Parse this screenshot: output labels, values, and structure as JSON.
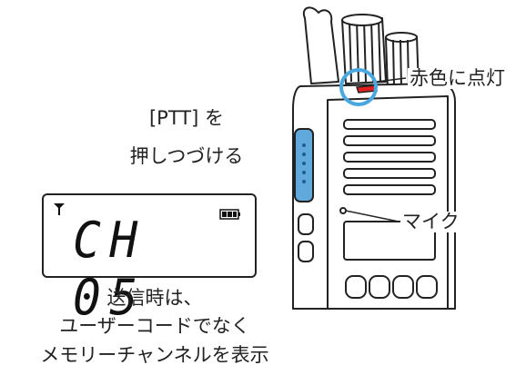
{
  "instruction": {
    "line1": "[PTT] を",
    "line2": "押しつづける"
  },
  "lcd": {
    "channel_text": "CH 05",
    "antenna_icon": "antenna-icon",
    "battery_icon": "battery-full-icon"
  },
  "note": {
    "line1": "送信時は、",
    "line2": "ユーザーコードでなく",
    "line3": "メモリーチャンネルを表示"
  },
  "callouts": {
    "red_led": "赤色に点灯",
    "mic": "マイク"
  },
  "colors": {
    "led_highlight": "#4aa8e0",
    "ptt_button": "#5fa9dd",
    "led_red": "#e02020"
  }
}
